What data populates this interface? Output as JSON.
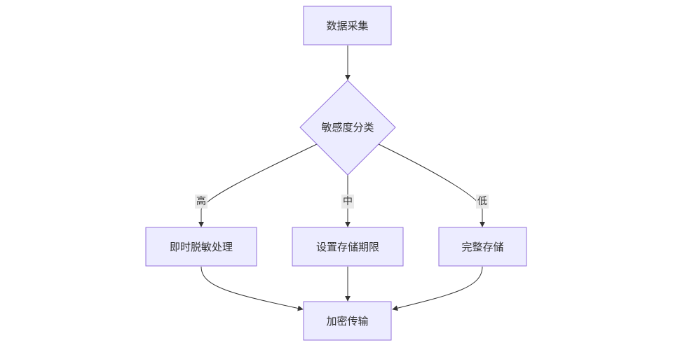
{
  "nodes": {
    "collect": "数据采集",
    "classify": "敏感度分类",
    "desensitize": "即时脱敏处理",
    "retention": "设置存储期限",
    "full_store": "完整存储",
    "encrypt": "加密传输"
  },
  "edge_labels": {
    "high": "高",
    "medium": "中",
    "low": "低"
  },
  "colors": {
    "node_fill": "#ECECFF",
    "node_stroke": "#9370DB",
    "edge": "#333333",
    "edge_label_bg": "#E8E8E8"
  }
}
